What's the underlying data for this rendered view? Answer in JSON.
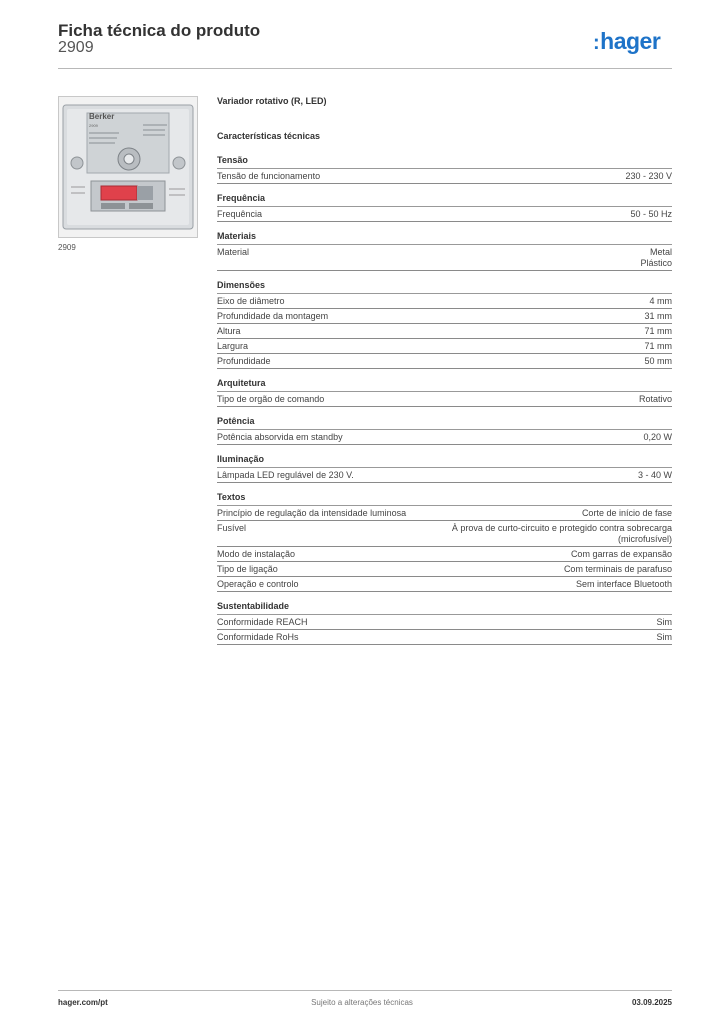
{
  "header": {
    "title": "Ficha técnica do produto",
    "code": "2909",
    "logo": "hager"
  },
  "product": {
    "image_brand": "Berker",
    "image_model": "2909",
    "caption": "2909",
    "name": "Variador rotativo (R, LED)"
  },
  "tech_heading": "Características técnicas",
  "sections": [
    {
      "title": "Tensão",
      "rows": [
        {
          "label": "Tensão de funcionamento",
          "value": "230 - 230 V"
        }
      ]
    },
    {
      "title": "Frequência",
      "rows": [
        {
          "label": "Frequência",
          "value": "50 - 50 Hz"
        }
      ]
    },
    {
      "title": "Materiais",
      "rows": [
        {
          "label": "Material",
          "value": "Metal\nPlástico"
        }
      ]
    },
    {
      "title": "Dimensões",
      "rows": [
        {
          "label": "Eixo de diâmetro",
          "value": "4 mm"
        },
        {
          "label": "Profundidade da montagem",
          "value": "31 mm"
        },
        {
          "label": "Altura",
          "value": "71 mm"
        },
        {
          "label": "Largura",
          "value": "71 mm"
        },
        {
          "label": "Profundidade",
          "value": "50 mm"
        }
      ]
    },
    {
      "title": "Arquitetura",
      "rows": [
        {
          "label": "Tipo de orgão de comando",
          "value": "Rotativo"
        }
      ]
    },
    {
      "title": "Potência",
      "rows": [
        {
          "label": "Potência absorvida em standby",
          "value": "0,20 W"
        }
      ]
    },
    {
      "title": "Iluminação",
      "rows": [
        {
          "label": "Lâmpada LED regulável de 230 V.",
          "value": "3 - 40 W"
        }
      ]
    },
    {
      "title": "Textos",
      "rows": [
        {
          "label": "Princípio de regulação da intensidade luminosa",
          "value": "Corte de início de fase"
        },
        {
          "label": "Fusível",
          "value": "À prova de curto-circuito e protegido contra sobrecarga\n(microfusível)"
        },
        {
          "label": "Modo de instalação",
          "value": "Com garras de expansão"
        },
        {
          "label": "Tipo de ligação",
          "value": "Com terminais de parafuso"
        },
        {
          "label": "Operação e controlo",
          "value": "Sem interface Bluetooth"
        }
      ]
    },
    {
      "title": "Sustentabilidade",
      "rows": [
        {
          "label": "Conformidade REACH",
          "value": "Sim"
        },
        {
          "label": "Conformidade RoHs",
          "value": "Sim"
        }
      ]
    }
  ],
  "footer": {
    "site": "hager.com/pt",
    "note": "Sujeito a alterações técnicas",
    "date": "03.09.2025"
  },
  "colors": {
    "logo": "#1e73c8",
    "terminal": "#e0414b"
  }
}
